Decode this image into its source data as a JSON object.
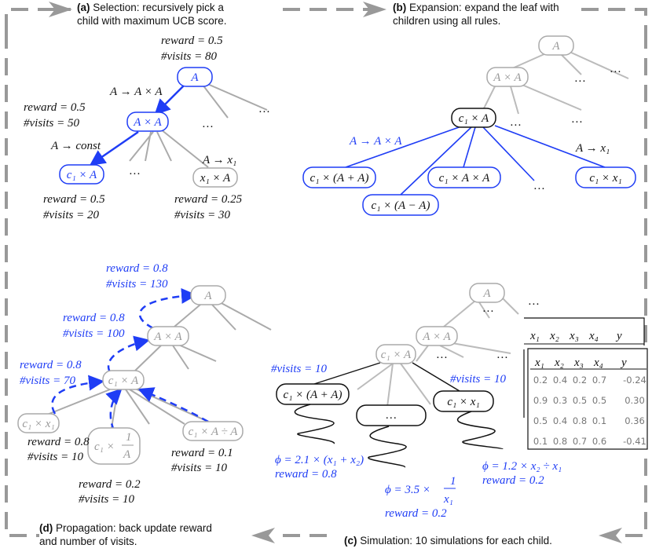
{
  "panel_a": {
    "caption_tag": "(a)",
    "caption_1": "Selection: recursively pick a",
    "caption_2": "child with maximum UCB score.",
    "root": "A",
    "aa": "A × A",
    "c1a": "c₁ × A",
    "x1a": "x₁ × A",
    "rule1": "A → A × A",
    "rule2": "A → const",
    "rule3": "A → x₁",
    "root_reward": "reward = 0.5",
    "root_visits": "#visits = 80",
    "aa_reward": "reward = 0.5",
    "aa_visits": "#visits = 50",
    "c1a_reward": "reward = 0.5",
    "c1a_visits": "#visits = 20",
    "x1a_reward": "reward = 0.25",
    "x1a_visits": "#visits = 30",
    "dots": "…"
  },
  "panel_b": {
    "caption_tag": "(b)",
    "caption_1": "Expansion: expand the leaf with",
    "caption_2": "children using all rules.",
    "root": "A",
    "aa": "A × A",
    "c1a": "c₁ × A",
    "child1": "c₁ × (A + A)",
    "child2": "c₁ × (A − A)",
    "child3": "c₁ × A × A",
    "child4": "c₁ × x₁",
    "rule1": "A → A × A",
    "rule2": "A → x₁",
    "dots": "…"
  },
  "panel_c": {
    "caption_tag": "(c)",
    "caption": "Simulation: 10 simulations for each child.",
    "root": "A",
    "aa": "A × A",
    "c1a": "c₁ × A",
    "child1": "c₁ × (A + A)",
    "child2": "…",
    "child3": "c₁ × x₁",
    "visits1": "#visits = 10",
    "visits3": "#visits = 10",
    "phi1": "ϕ = 2.1 × (x₁ + x₂)",
    "reward1": "reward = 0.8",
    "phi2_prefix": "ϕ = 3.5 ×",
    "phi2_num": "1",
    "phi2_den": "x₁",
    "reward2": "reward = 0.2",
    "phi3": "ϕ = 1.2 × x₂ ÷ x₁",
    "reward3": "reward = 0.2",
    "dots": "…",
    "table": {
      "headers": [
        "x₁",
        "x₂",
        "x₃",
        "x₄",
        "y"
      ],
      "rows": [
        [
          "0.2",
          "0.4",
          "0.2",
          "0.7",
          "-0.24"
        ],
        [
          "0.9",
          "0.3",
          "0.5",
          "0.5",
          "0.30"
        ],
        [
          "0.5",
          "0.4",
          "0.8",
          "0.1",
          "0.36"
        ],
        [
          "0.1",
          "0.8",
          "0.7",
          "0.6",
          "-0.41"
        ]
      ]
    }
  },
  "panel_d": {
    "caption_tag": "(d)",
    "caption_1": "Propagation: back update reward",
    "caption_2": "and number of visits.",
    "root": "A",
    "aa": "A × A",
    "c1a": "c₁ × A",
    "child1": "c₁ × x₁",
    "child2_prefix": "c₁ ×",
    "child2_num": "1",
    "child2_den": "A",
    "child3": "c₁ × A ÷ A",
    "root_reward": "reward = 0.8",
    "root_visits": "#visits = 130",
    "aa_reward": "reward = 0.8",
    "aa_visits": "#visits = 100",
    "c1a_reward": "reward = 0.8",
    "c1a_visits": "#visits = 70",
    "child1_reward": "reward = 0.8",
    "child1_visits": "#visits = 10",
    "child2_reward": "reward = 0.2",
    "child2_visits": "#visits = 10",
    "child3_reward": "reward = 0.1",
    "child3_visits": "#visits = 10"
  },
  "colors": {
    "accent": "#1f3df5",
    "gray": "#aaaaaa",
    "border": "#999999"
  }
}
